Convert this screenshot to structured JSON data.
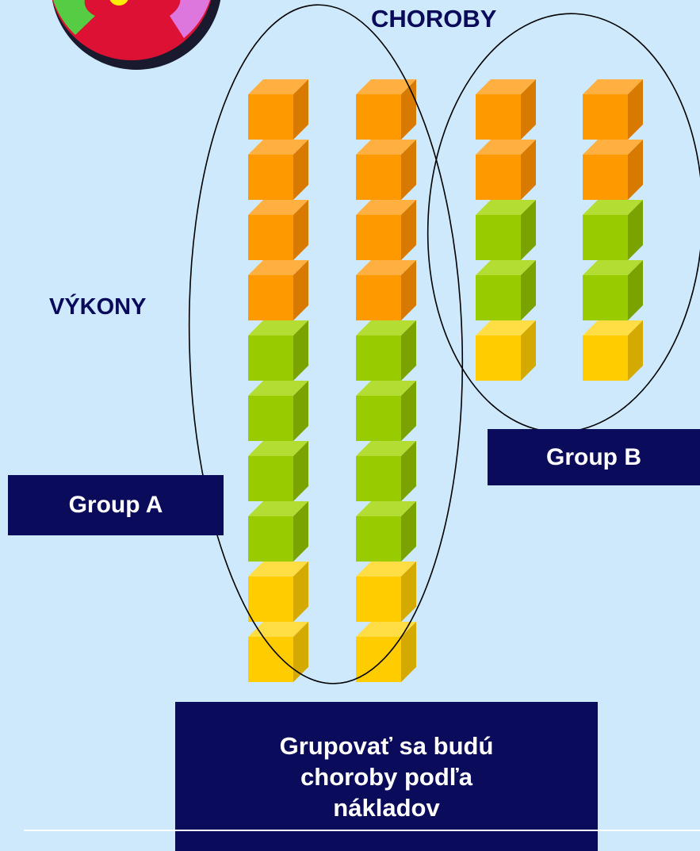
{
  "axes": {
    "column_label": "CHOROBY",
    "row_label": "VÝKONY"
  },
  "groups": {
    "a_label": "Group A",
    "b_label": "Group B"
  },
  "note": {
    "line1": "Grupovať sa  budú",
    "line2": "choroby podľa",
    "line3": "nákladov"
  },
  "colors": {
    "background": "#cde9fb",
    "box_fill": "#0b0b5c",
    "orange": "#ff9900",
    "green": "#99cc00",
    "yellow": "#ffcc00"
  },
  "group_a_columns": [
    [
      "orange",
      "orange",
      "orange",
      "orange",
      "green",
      "green",
      "green",
      "green",
      "yellow",
      "yellow"
    ],
    [
      "orange",
      "orange",
      "orange",
      "orange",
      "green",
      "green",
      "green",
      "green",
      "yellow",
      "yellow"
    ]
  ],
  "group_b_columns": [
    [
      "orange",
      "orange",
      "green",
      "green",
      "yellow"
    ],
    [
      "orange",
      "orange",
      "green",
      "green",
      "yellow"
    ]
  ]
}
